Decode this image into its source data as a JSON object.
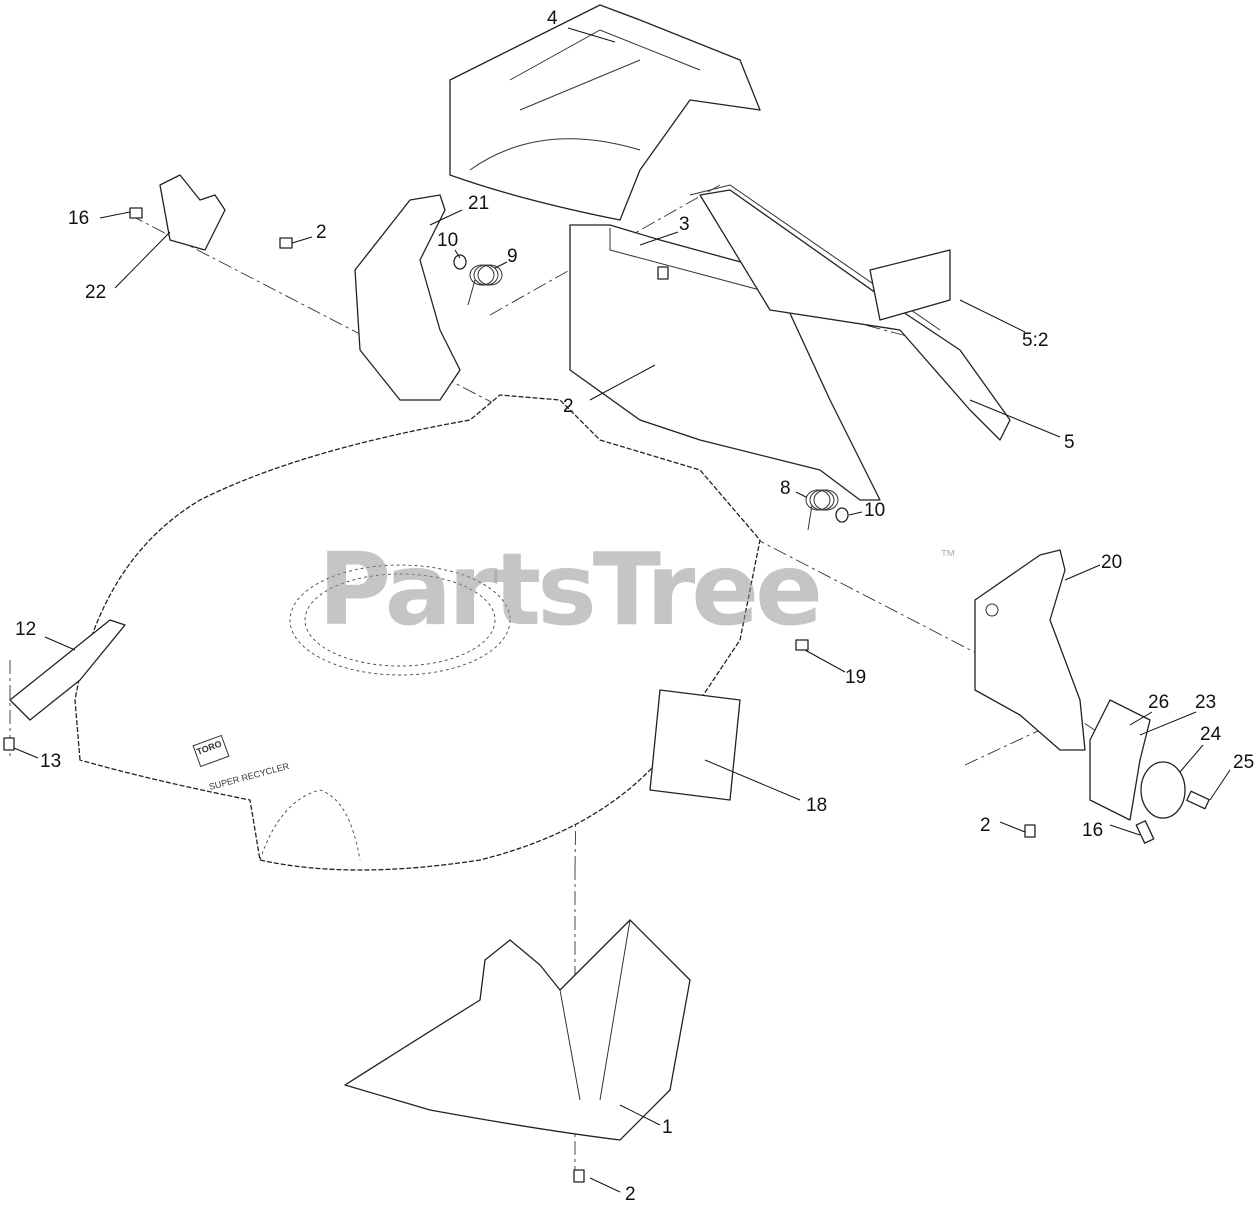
{
  "diagram": {
    "type": "exploded parts diagram",
    "watermark": "PartsTree",
    "watermark_mark": "™",
    "deck_logo": "TORO",
    "deck_badge": "SUPER RECYCLER",
    "callouts": [
      "4",
      "21",
      "16",
      "22",
      "2",
      "10",
      "9",
      "3",
      "5:2",
      "2",
      "5",
      "8",
      "10",
      "20",
      "12",
      "19",
      "26",
      "23",
      "24",
      "25",
      "13",
      "18",
      "2",
      "16",
      "1",
      "2"
    ]
  }
}
